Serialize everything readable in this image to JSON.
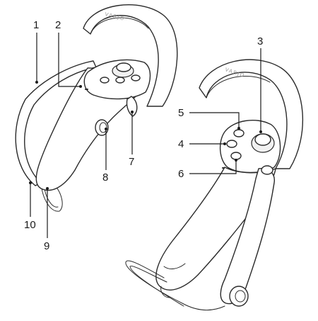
{
  "brand_mark": "VARJO",
  "callouts": {
    "c1": "1",
    "c2": "2",
    "c3": "3",
    "c4": "4",
    "c5": "5",
    "c6": "6",
    "c7": "7",
    "c8": "8",
    "c9": "9",
    "c10": "10"
  },
  "icons": [
    "controller-left",
    "controller-right",
    "joystick",
    "face-button",
    "trigger",
    "wrist-strap"
  ],
  "colors": {
    "line": "#2b2b2b",
    "fill": "#ffffff",
    "brand": "#9a9a9a"
  }
}
